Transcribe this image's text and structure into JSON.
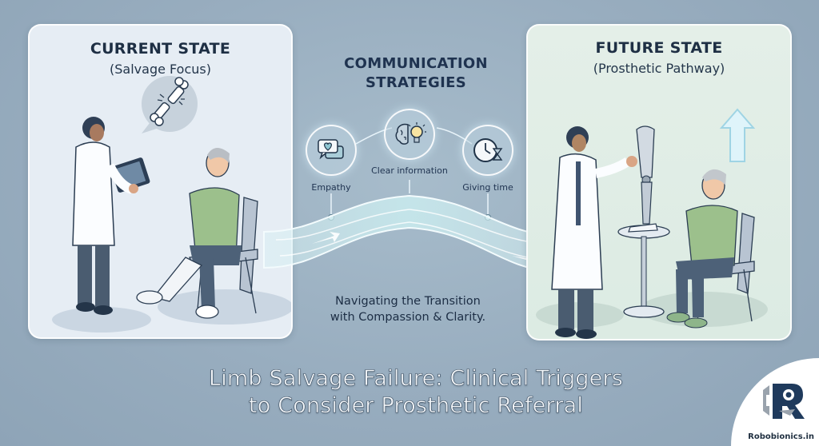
{
  "background_color": "#9aafc1",
  "current_state": {
    "title": "CURRENT STATE",
    "subtitle": "(Salvage Focus)",
    "panel_color": "#e6edf4",
    "scene": {
      "clinician": "doctor-holding-xray-tablet",
      "patient": "seated-patient-with-bandaged-leg",
      "thought_bubble": "broken-bone-icon"
    }
  },
  "communication": {
    "title_line1": "COMMUNICATION",
    "title_line2": "STRATEGIES",
    "strategies": [
      {
        "label": "Empathy",
        "icon": "heart-chat-bubbles-icon"
      },
      {
        "label": "Clear information",
        "icon": "brain-lightbulb-icon"
      },
      {
        "label": "Giving time",
        "icon": "clock-hourglass-icon"
      }
    ],
    "tagline_line1": "Navigating the Transition",
    "tagline_line2": "with Compassion & Clarity."
  },
  "future_state": {
    "title": "FUTURE STATE",
    "subtitle": "(Prosthetic Pathway)",
    "panel_color": "#e0ede6",
    "scene": {
      "clinician": "doctor-presenting-prosthesis",
      "prosthesis": "prosthetic-leg-on-stand",
      "patient": "seated-smiling-patient",
      "indicator": "up-arrow-icon"
    }
  },
  "main_title": {
    "line1": "Limb Salvage Failure: Clinical Triggers",
    "line2": "to Consider Prosthetic Referral"
  },
  "brand": {
    "name": "Robobionics.in",
    "logo_letter": "R",
    "accent": "#1f3a5c"
  }
}
